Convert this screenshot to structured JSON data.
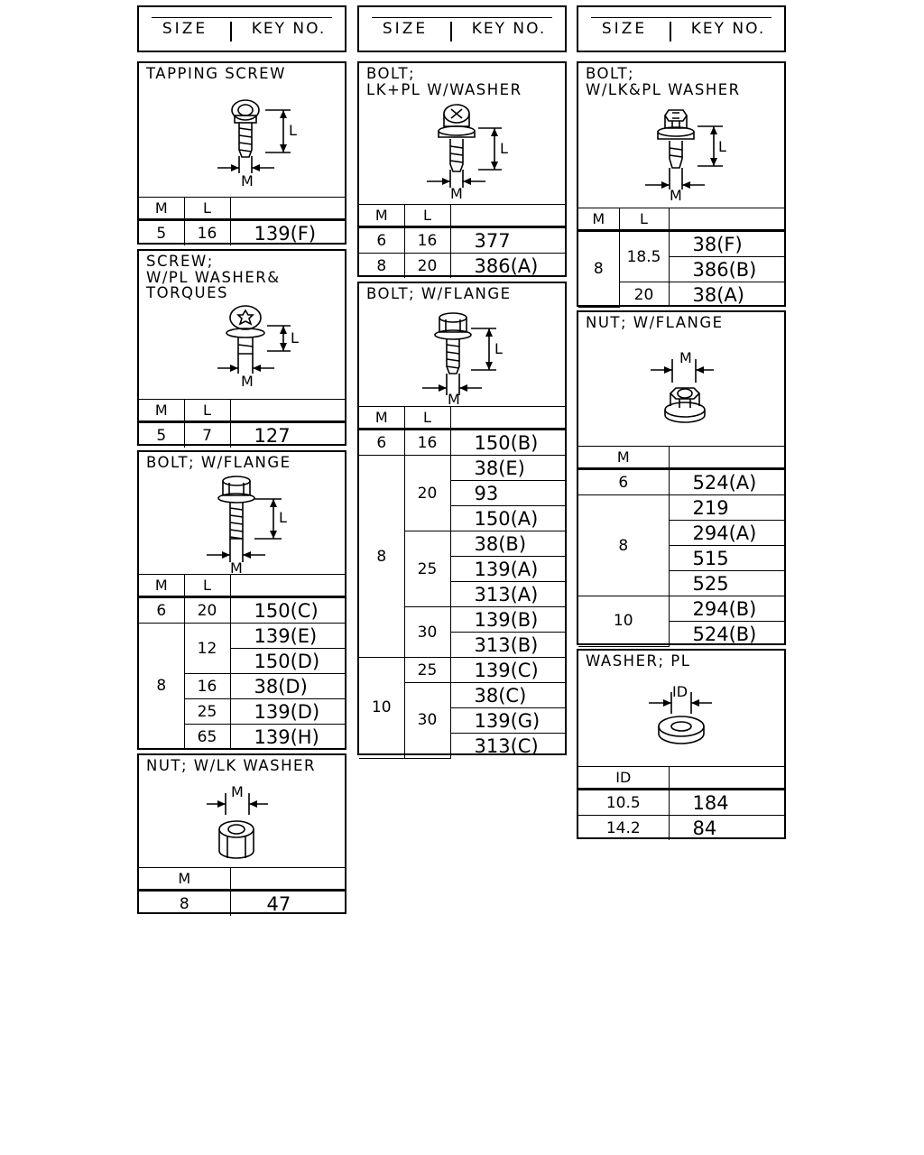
{
  "header": {
    "size_label": "SIZE",
    "key_label": "KEY NO."
  },
  "tapping_screw": {
    "title": "TAPPING SCREW",
    "dim_l": "L",
    "dim_m": "M",
    "cols": [
      "M",
      "L",
      ""
    ],
    "rows": [
      {
        "m": "5",
        "l": "16",
        "key": "139(F)"
      }
    ]
  },
  "screw_washer": {
    "title": "SCREW;\nW/PL WASHER&\nTORQUES",
    "dim_l": "L",
    "dim_m": "M",
    "cols": [
      "M",
      "L",
      ""
    ],
    "rows": [
      {
        "m": "5",
        "l": "7",
        "key": "127"
      }
    ]
  },
  "bolt_flange_1": {
    "title": "BOLT; W/FLANGE",
    "dim_l": "L",
    "dim_m": "M",
    "cols": [
      "M",
      "L",
      ""
    ],
    "m6": "6",
    "l20": "20",
    "k150c": "150(C)",
    "m8": "8",
    "l12": "12",
    "k139e": "139(E)",
    "k150d": "150(D)",
    "l16": "16",
    "k38d": "38(D)",
    "l25": "25",
    "k139d": "139(D)",
    "l65": "65",
    "k139h": "139(H)"
  },
  "nut_lk_washer": {
    "title": "NUT; W/LK WASHER",
    "dim_m": "M",
    "cols": [
      "M",
      ""
    ],
    "rows": [
      {
        "m": "8",
        "key": "47"
      }
    ]
  },
  "bolt_lk_pl": {
    "title": "BOLT;\nLK+PL W/WASHER",
    "dim_l": "L",
    "dim_m": "M",
    "cols": [
      "M",
      "L",
      ""
    ],
    "rows": [
      {
        "m": "6",
        "l": "16",
        "key": "377"
      },
      {
        "m": "8",
        "l": "20",
        "key": "386(A)"
      }
    ]
  },
  "bolt_flange_2": {
    "title": "BOLT; W/FLANGE",
    "dim_l": "L",
    "dim_m": "M",
    "cols": [
      "M",
      "L",
      ""
    ],
    "m6": "6",
    "l16": "16",
    "k150b": "150(B)",
    "m8": "8",
    "l20": "20",
    "k38e": "38(E)",
    "k93": "93",
    "k150a": "150(A)",
    "l25": "25",
    "k38b": "38(B)",
    "k139a": "139(A)",
    "k313a": "313(A)",
    "l30": "30",
    "k139b": "139(B)",
    "k313b": "313(B)",
    "m10": "10",
    "l25b": "25",
    "k139c": "139(C)",
    "l30b": "30",
    "k38c": "38(C)",
    "k139g": "139(G)",
    "k313c": "313(C)"
  },
  "bolt_lk_pl_washer": {
    "title": "BOLT;\nW/LK&PL WASHER",
    "dim_l": "L",
    "dim_m": "M",
    "cols": [
      "M",
      "L",
      ""
    ],
    "m8": "8",
    "l185": "18.5",
    "k38f": "38(F)",
    "k386b": "386(B)",
    "l20": "20",
    "k38a": "38(A)"
  },
  "nut_flange": {
    "title": "NUT; W/FLANGE",
    "dim_m": "M",
    "cols": [
      "M",
      ""
    ],
    "m6": "6",
    "k524a": "524(A)",
    "m8": "8",
    "k219": "219",
    "k294a": "294(A)",
    "k515": "515",
    "k525": "525",
    "m10": "10",
    "k294b": "294(B)",
    "k524b": "524(B)"
  },
  "washer_pl": {
    "title": "WASHER; PL",
    "dim_id": "ID",
    "cols": [
      "ID",
      ""
    ],
    "rows": [
      {
        "id": "10.5",
        "key": "184"
      },
      {
        "id": "14.2",
        "key": "84"
      }
    ]
  }
}
